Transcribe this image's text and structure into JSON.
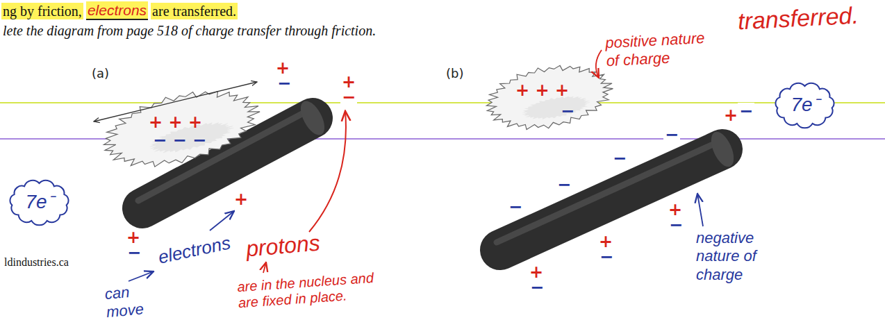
{
  "diagram": {
    "nodes": [
      {
        "text": [
          "7e⁻"
        ]
      },
      {
        "text": [
          "7e⁻"
        ]
      }
    ],
    "labels": [
      "ng by friction,",
      "electrons",
      "are transferred.",
      "lete the diagram from page 518 of charge transfer through friction.",
      "transferred.",
      "(a)",
      "(b)",
      "+ + +",
      "− − −",
      "+",
      "−",
      "+",
      "−",
      "+",
      "+",
      "−",
      "+ + +",
      "−",
      "+",
      "−",
      "−",
      "−",
      "−",
      "−",
      "+",
      "−",
      "+",
      "−",
      "+",
      "−",
      "positive nature of charge",
      "electrons",
      "can move",
      "protons",
      "are in the nucleus and are fixed in place.",
      "negative nature of charge",
      "ldindustries.ca"
    ]
  }
}
